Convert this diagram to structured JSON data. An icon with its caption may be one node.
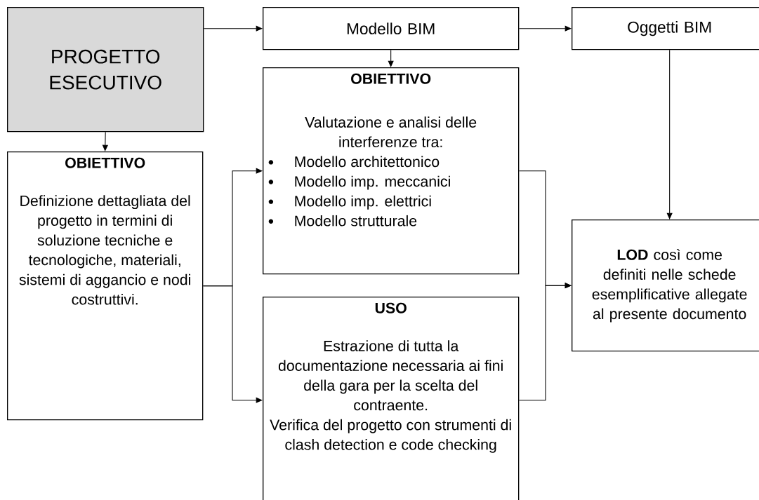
{
  "diagram": {
    "nodes": [
      {
        "text": [
          "PROGETTO ESECUTIVO"
        ]
      },
      {
        "text": [
          "Modello BIM"
        ]
      },
      {
        "text": [
          "Oggetti BIM"
        ]
      },
      {
        "text": [
          "OBIETTIVO",
          "Definizione dettagliata del progetto in termini di soluzione tecniche e tecnologiche, materiali, sistemi di aggancio e nodi costruttivi."
        ]
      },
      {
        "text": [
          "OBIETTIVO",
          "Valutazione e analisi delle interferenze tra:",
          "Modello architettonico",
          "Modello imp. meccanici",
          "Modello imp. elettrici",
          "Modello strutturale"
        ]
      },
      {
        "text": [
          "USO",
          "Estrazione di tutta la documentazione necessaria ai fini della gara per la scelta del contraente.",
          "Verifica del progetto con strumenti di clash detection e code checking"
        ]
      },
      {
        "text": [
          "**LOD** così come definiti nelle schede esemplificative allegate al presente documento"
        ]
      }
    ],
    "edges": [
      {
        "from": 0,
        "to": 1,
        "arrow": "to"
      },
      {
        "from": 1,
        "to": 2,
        "arrow": "to"
      },
      {
        "from": 1,
        "to": 4,
        "arrow": "to"
      },
      {
        "from": 0,
        "to": 3,
        "arrow": "to"
      },
      {
        "from": 3,
        "to": 4,
        "arrow": "to"
      },
      {
        "from": 3,
        "to": 5,
        "arrow": "to"
      },
      {
        "from": 2,
        "to": 6,
        "arrow": "to"
      },
      {
        "from": 4,
        "to": 6,
        "arrow": "to"
      },
      {
        "from": 5,
        "to": 6,
        "arrow": "to"
      }
    ]
  }
}
